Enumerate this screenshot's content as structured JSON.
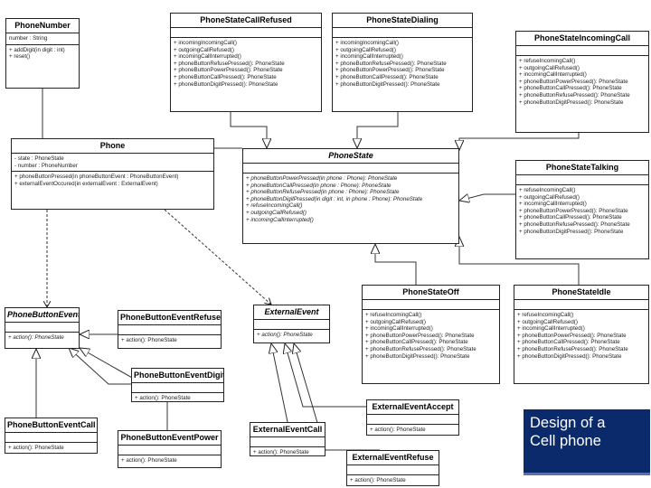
{
  "caption": {
    "line1": "Design of a",
    "line2": "Cell phone"
  },
  "classes": {
    "phone_number": {
      "name": "PhoneNumber",
      "attrs": [
        "number : String"
      ],
      "ops": [
        "+ addDigit(in digit : int)",
        "+ reset()"
      ]
    },
    "call_refused": {
      "name": "PhoneStateCallRefused",
      "ops": [
        "+ incomingIncomingCall()",
        "+ outgoingCallRefused()",
        "+ incomingCallInterrupted()",
        "+ phoneButtonRefusePressed(): PhoneState",
        "+ phoneButtonPowerPressed(): PhoneState",
        "+ phoneButtonCallPressed(): PhoneState",
        "+ phoneButtonDigitPressed(): PhoneState"
      ]
    },
    "dialing": {
      "name": "PhoneStateDialing",
      "ops": [
        "+ incomingIncomingCall()",
        "+ outgoingCallRefused()",
        "+ incomingCallInterrupted()",
        "+ phoneButtonRefusePressed(): PhoneState",
        "+ phoneButtonPowerPressed(): PhoneState",
        "+ phoneButtonCallPressed(): PhoneState",
        "+ phoneButtonDigitPressed(): PhoneState"
      ]
    },
    "incoming_call": {
      "name": "PhoneStateIncomingCall",
      "ops": [
        "+ refuseIncomingCall()",
        "+ outgoingCallRefused()",
        "+ incomingCallInterrupted()",
        "+ phoneButtonPowerPressed(): PhoneState",
        "+ phoneButtonCallPressed(): PhoneState",
        "+ phoneButtonRefusePressed(): PhoneState",
        "+ phoneButtonDigitPressed(): PhoneState"
      ]
    },
    "phone": {
      "name": "Phone",
      "attrs": [
        "- state : PhoneState",
        "- number : PhoneNumber"
      ],
      "ops": [
        "+ phoneButtonPressed(in phoneButtonEvent : PhoneButtonEvent)",
        "+ externalEventOccured(in externalEvent : ExternalEvent)"
      ]
    },
    "phone_state": {
      "name": "PhoneState",
      "ops": [
        "+ phoneButtonPowerPressed(in phone : Phone): PhoneState",
        "+ phoneButtonCallPressed(in phone : Phone): PhoneState",
        "+ phoneButtonRefusePressed(in phone : Phone): PhoneState",
        "+ phoneButtonDigitPressed(in digit : int, in phone : Phone): PhoneState",
        "+ refuseIncomingCall()",
        "+ outgoingCallRefused()",
        "+ incomingCallInterrupted()"
      ]
    },
    "talking": {
      "name": "PhoneStateTalking",
      "ops": [
        "+ refuseIncomingCall()",
        "+ outgoingCallRefused()",
        "+ incomingCallInterrupted()",
        "+ phoneButtonPowerPressed(): PhoneState",
        "+ phoneButtonCallPressed(): PhoneState",
        "+ phoneButtonRefusePressed(): PhoneState",
        "+ phoneButtonDigitPressed(): PhoneState"
      ]
    },
    "off": {
      "name": "PhoneStateOff",
      "ops": [
        "+ refuseIncomingCall()",
        "+ outgoingCallRefused()",
        "+ incomingCallInterrupted()",
        "+ phoneButtonPowerPressed(): PhoneState",
        "+ phoneButtonCallPressed(): PhoneState",
        "+ phoneButtonRefusePressed(): PhoneState",
        "+ phoneButtonDigitPressed(): PhoneState"
      ]
    },
    "idle": {
      "name": "PhoneStateIdle",
      "ops": [
        "+ refuseIncomingCall()",
        "+ outgoingCallRefused()",
        "+ incomingCallInterrupted()",
        "+ phoneButtonPowerPressed(): PhoneState",
        "+ phoneButtonCallPressed(): PhoneState",
        "+ phoneButtonRefusePressed(): PhoneState",
        "+ phoneButtonDigitPressed(): PhoneState"
      ]
    },
    "button_event": {
      "name": "PhoneButtonEvent",
      "attrs": [],
      "ops": [
        "+ action(): PhoneState"
      ]
    },
    "event_refuse": {
      "name": "PhoneButtonEventRefuse",
      "attrs": [],
      "ops": [
        "+ action(): PhoneState"
      ]
    },
    "external_event": {
      "name": "ExternalEvent",
      "attrs": [],
      "ops": [
        "+ action(): PhoneState"
      ]
    },
    "event_digit": {
      "name": "PhoneButtonEventDigit",
      "attrs": [],
      "ops": [
        "+ action(): PhoneState"
      ]
    },
    "event_call": {
      "name": "PhoneButtonEventCall",
      "attrs": [],
      "ops": [
        "+ action(): PhoneState"
      ]
    },
    "event_power": {
      "name": "PhoneButtonEventPower",
      "attrs": [],
      "ops": [
        "+ action(): PhoneState"
      ]
    },
    "ext_call": {
      "name": "ExternalEventCall",
      "attrs": [],
      "ops": [
        "+ action(): PhoneState"
      ]
    },
    "ext_accept": {
      "name": "ExternalEventAccept",
      "attrs": [],
      "ops": [
        "+ action(): PhoneState"
      ]
    },
    "ext_refuse": {
      "name": "ExternalEventRefuse",
      "attrs": [],
      "ops": [
        "+ action(): PhoneState"
      ]
    }
  }
}
